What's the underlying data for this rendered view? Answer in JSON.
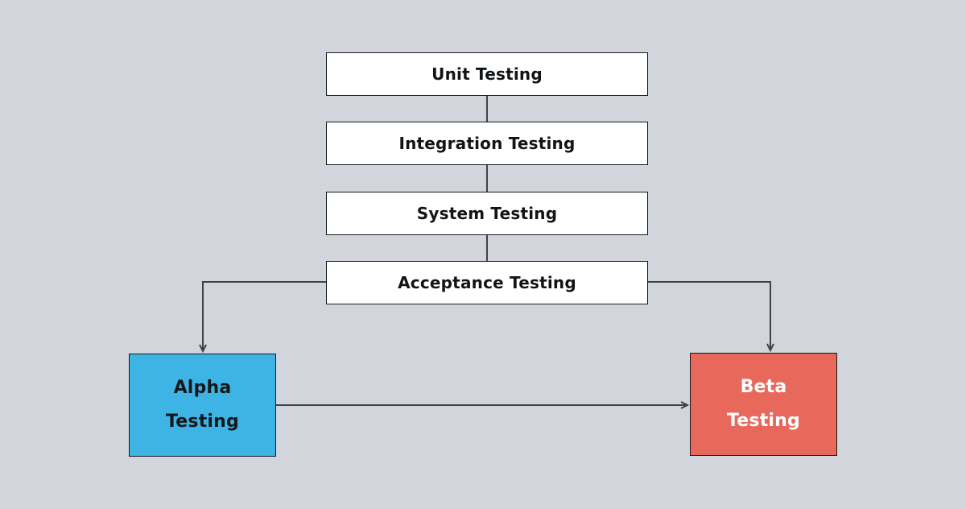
{
  "diagram": {
    "type": "flowchart",
    "direction": "top-down",
    "nodes": [
      {
        "id": "unit",
        "label": "Unit Testing",
        "fill": "#ffffff",
        "text_color": "#111417"
      },
      {
        "id": "integration",
        "label": "Integration Testing",
        "fill": "#ffffff",
        "text_color": "#111417"
      },
      {
        "id": "system",
        "label": "System Testing",
        "fill": "#ffffff",
        "text_color": "#111417"
      },
      {
        "id": "acceptance",
        "label": "Acceptance Testing",
        "fill": "#ffffff",
        "text_color": "#111417"
      },
      {
        "id": "alpha",
        "label": "Alpha Testing",
        "label_lines": [
          "Alpha",
          "Testing"
        ],
        "fill": "#3eb4e4",
        "text_color": "#15181b"
      },
      {
        "id": "beta",
        "label": "Beta Testing",
        "label_lines": [
          "Beta",
          "Testing"
        ],
        "fill": "#e8695b",
        "text_color": "#ffffff"
      }
    ],
    "edges": [
      {
        "from": "unit",
        "to": "integration",
        "arrowhead": false
      },
      {
        "from": "integration",
        "to": "system",
        "arrowhead": false
      },
      {
        "from": "system",
        "to": "acceptance",
        "arrowhead": false
      },
      {
        "from": "acceptance",
        "to": "alpha",
        "arrowhead": true
      },
      {
        "from": "acceptance",
        "to": "beta",
        "arrowhead": true
      },
      {
        "from": "alpha",
        "to": "beta",
        "arrowhead": true
      }
    ],
    "colors": {
      "background": "#d2d6dc",
      "node_border": "#16191c",
      "line": "#3e4347",
      "alpha_fill": "#3eb4e4",
      "beta_fill": "#e8695b"
    }
  }
}
